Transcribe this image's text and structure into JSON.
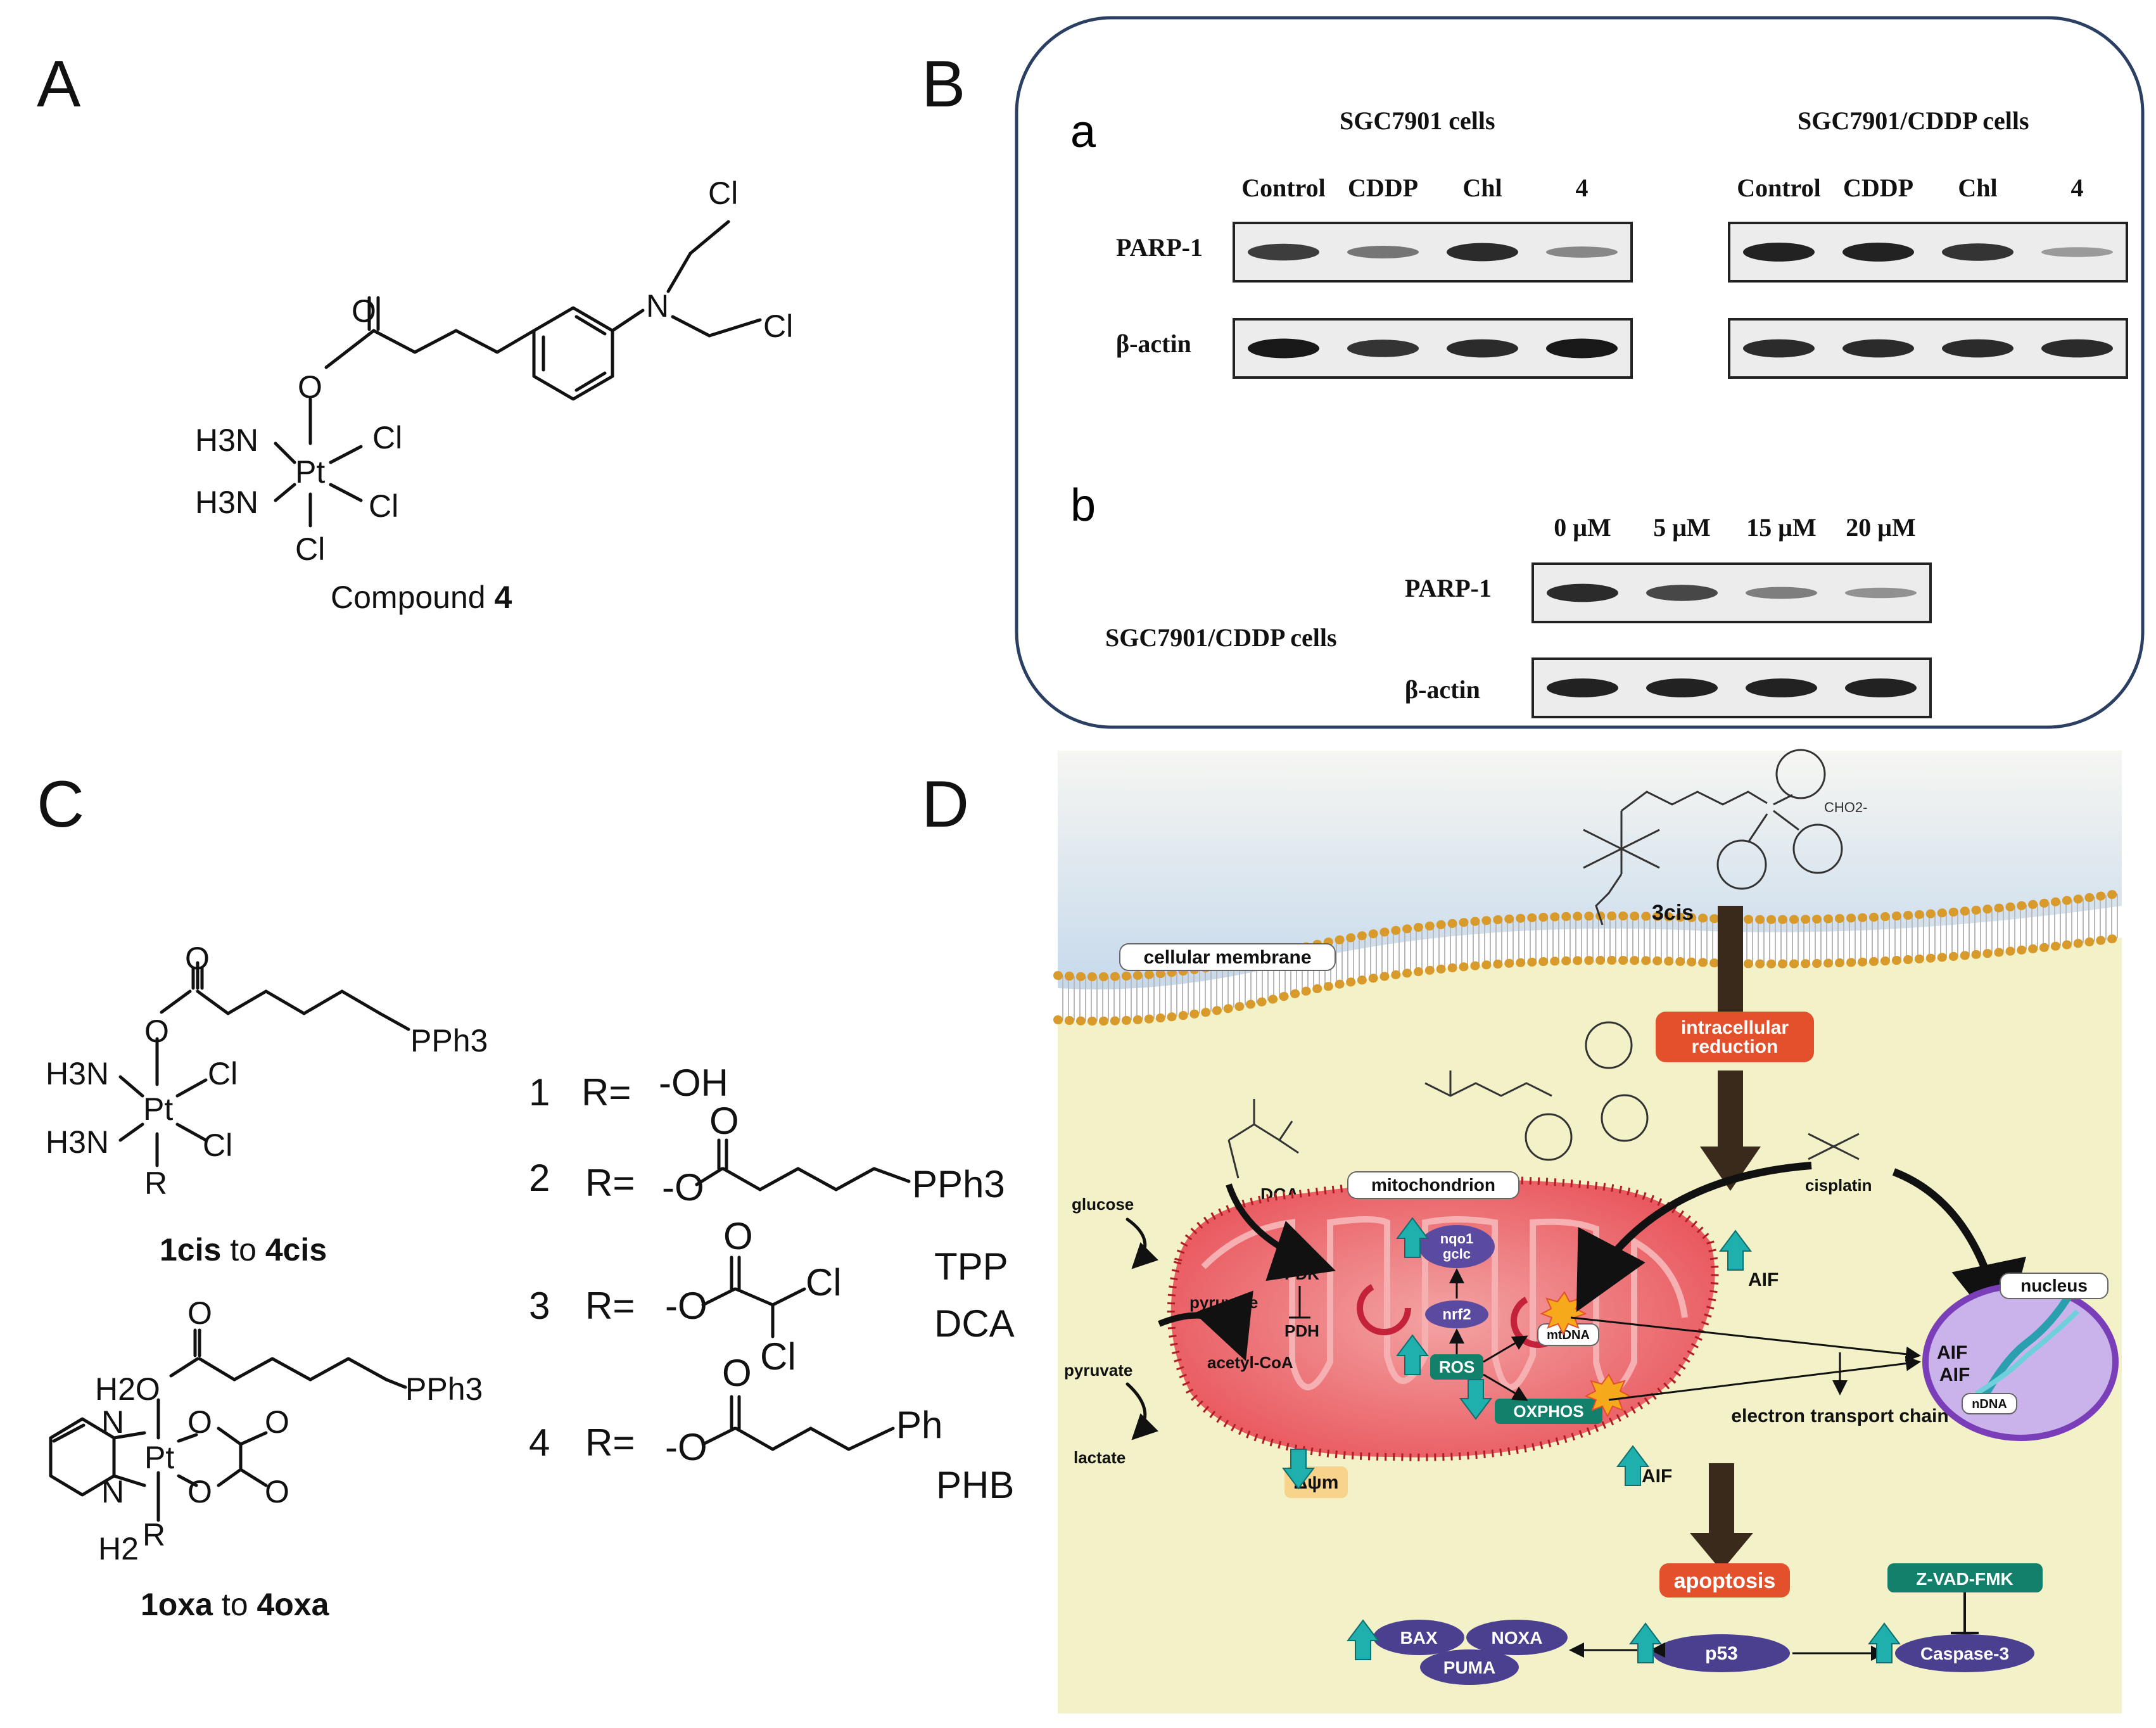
{
  "panels": {
    "A": "A",
    "B": "B",
    "C": "C",
    "D": "D"
  },
  "panel_a": {
    "atoms": {
      "cl1": "Cl",
      "cl2": "Cl",
      "n": "N",
      "o_carbonyl": "O",
      "o_ester": "O",
      "h3n_top": "H3N",
      "h3n_bottom": "H3N",
      "pt": "Pt",
      "cl_pt_right_top": "Cl",
      "cl_pt_right_bottom": "Cl",
      "cl_pt_bottom": "Cl"
    },
    "caption_prefix": "Compound ",
    "caption_number": "4"
  },
  "panel_b": {
    "a": {
      "label": "a",
      "group1_title": "SGC7901 cells",
      "group2_title": "SGC7901/CDDP cells",
      "lanes": [
        "Control",
        "CDDP",
        "Chl",
        "4"
      ],
      "row_labels": [
        "PARP-1",
        "β-actin"
      ],
      "parp1_group1": [
        0.75,
        0.45,
        0.85,
        0.35
      ],
      "parp1_group2": [
        0.9,
        0.9,
        0.8,
        0.25
      ],
      "actin_group1": [
        0.95,
        0.8,
        0.85,
        0.95
      ],
      "actin_group2": [
        0.85,
        0.85,
        0.85,
        0.85
      ]
    },
    "b": {
      "label": "b",
      "lanes": [
        "0 μM",
        "5 μM",
        "15 μM",
        "20 μM"
      ],
      "row_labels": [
        "PARP-1",
        "β-actin"
      ],
      "cell_label": "SGC7901/CDDP cells",
      "parp1": [
        0.85,
        0.7,
        0.4,
        0.3
      ],
      "actin": [
        0.9,
        0.9,
        0.9,
        0.9
      ]
    }
  },
  "panel_c": {
    "structure1": {
      "o": "O",
      "o_link": "O",
      "pph3": "PPh3",
      "h3n_top": "H3N",
      "h3n_bottom": "H3N",
      "pt": "Pt",
      "cl_top": "Cl",
      "cl_bottom": "Cl",
      "r": "R",
      "caption_a": "1cis",
      "caption_mid": " to ",
      "caption_b": "4cis"
    },
    "structure2": {
      "o": "O",
      "h2o": "H2O",
      "pph3": "PPh3",
      "n1": "N",
      "n2": "N",
      "pt": "Pt",
      "o1": "O",
      "o2": "O",
      "o3": "O",
      "o4": "O",
      "h2": "H2",
      "r": "R",
      "caption_a": "1oxa",
      "caption_mid": " to ",
      "caption_b": "4oxa"
    },
    "r_groups": [
      {
        "num": "1",
        "r_eq": "R=",
        "text": "-OH"
      },
      {
        "num": "2",
        "r_eq": "R=",
        "text": "-O",
        "tail": "PPh3",
        "abbrev": "TPP"
      },
      {
        "num": "3",
        "r_eq": "R=",
        "text": "-O",
        "tail": "Cl",
        "tail2": "Cl",
        "abbrev": "DCA"
      },
      {
        "num": "4",
        "r_eq": "R=",
        "text": "-O",
        "tail": "Ph",
        "abbrev": "PHB"
      }
    ],
    "o_label": "O"
  },
  "panel_d": {
    "compound": "3cis",
    "counter_ion": "CHO2-",
    "membrane": "cellular membrane",
    "reduction": "intracellular reduction",
    "cisplatin": "cisplatin",
    "dca": "DCA",
    "mitochondrion": "mitochondrion",
    "glucose": "glucose",
    "pyruvate_out": "pyruvate",
    "lactate": "lactate",
    "pyruvate_in": "pyruvate",
    "acetyl_coa": "acetyl-CoA",
    "pdk": "PDK",
    "pdh": "PDH",
    "nqo1": "nqo1",
    "gclc": "gclc",
    "nrf2": "nrf2",
    "ros": "ROS",
    "mtdna": "mtDNA",
    "oxphos": "OXPHOS",
    "delta_psi": "Δψm",
    "aif_top": "AIF",
    "aif_bottom": "AIF",
    "etc": "electron transport chain",
    "nucleus": "nucleus",
    "aif_nucleus_1": "AIF",
    "aif_nucleus_2": "AIF",
    "ndna": "nDNA",
    "apoptosis": "apoptosis",
    "zvad": "Z-VAD-FMK",
    "bax": "BAX",
    "noxa": "NOXA",
    "puma": "PUMA",
    "p53": "p53",
    "caspase": "Caspase-3",
    "colors": {
      "membrane_bead": "#d79a2b",
      "mito_fill": "#e8545a",
      "cytoplasm": "#f3f1c8",
      "sky": "#c9dcef",
      "pill_green": "#12806b",
      "pill_orange": "#e2502c",
      "pill_purple": "#5a4aa0",
      "arrow_teal": "#1fb0ad"
    }
  }
}
